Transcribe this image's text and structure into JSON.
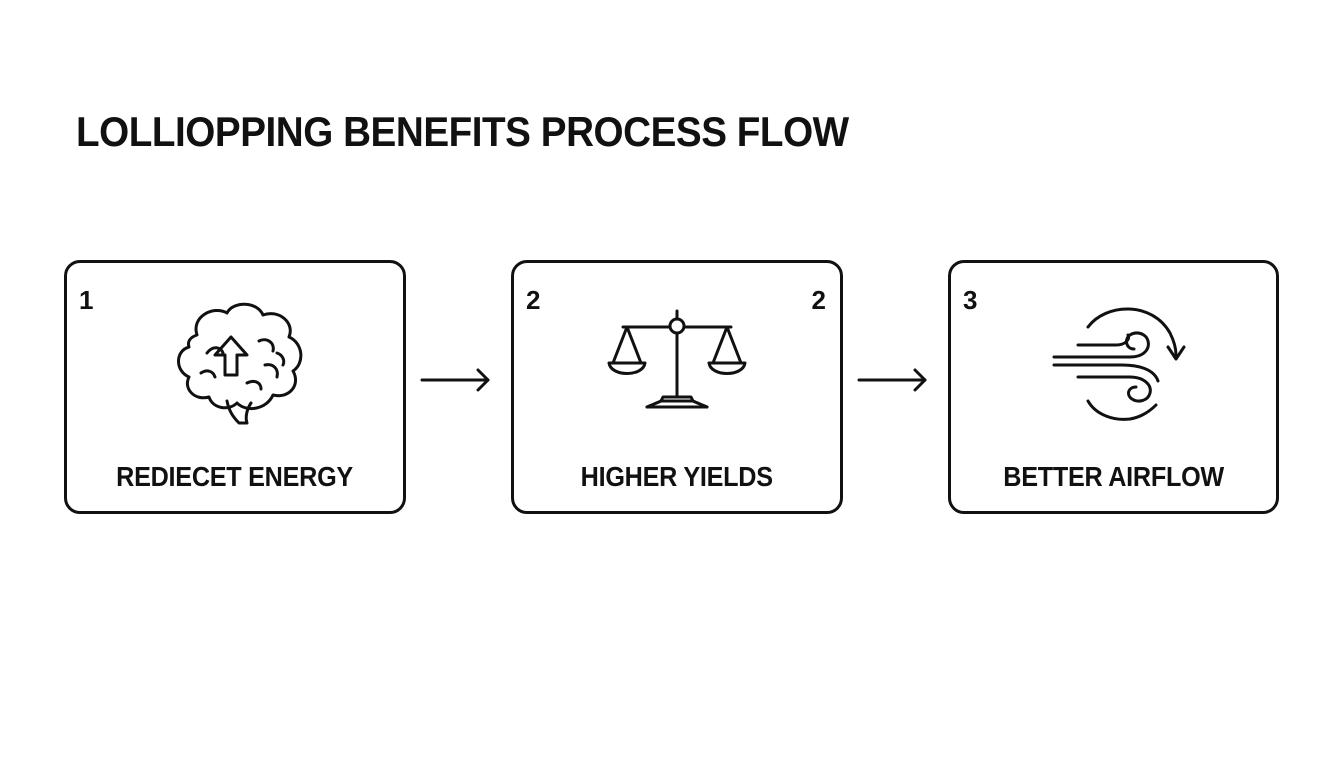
{
  "title": "LOLLIOPPING BENEFITS PROCESS FLOW",
  "steps": [
    {
      "number": "1",
      "label": "REDIECET ENERGY",
      "icon": "brain-up-arrow-icon"
    },
    {
      "number": "2",
      "number_right": "2",
      "label": "HIGHER YIELDS",
      "icon": "balance-scale-icon"
    },
    {
      "number": "3",
      "label": "BETTER AIRFLOW",
      "icon": "wind-airflow-icon"
    }
  ],
  "connectors": [
    "arrow-right-icon",
    "arrow-right-icon"
  ],
  "colors": {
    "stroke": "#111111",
    "background": "#ffffff"
  }
}
